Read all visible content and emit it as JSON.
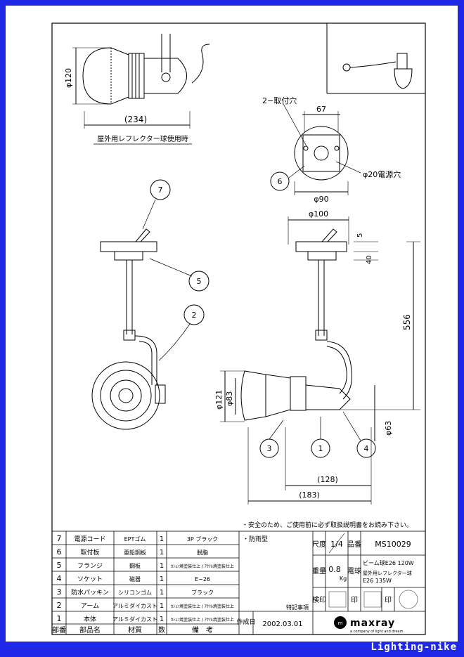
{
  "top_view": {
    "dia_label": "φ120",
    "length_label": "(234)",
    "caption": "屋外用レフレクター球使用時"
  },
  "base_view": {
    "holes_label": "2−取付穴",
    "width_label": "67",
    "dia_label": "φ90",
    "cable_hole_label": "φ20電源穴",
    "item_no": "6"
  },
  "side_view": {
    "top_dia_label": "φ100",
    "dim_5": "5",
    "dim_40": "40",
    "dim_556": "556",
    "dia_121": "φ121",
    "dia_83": "φ83",
    "dia_63": "φ63",
    "dim_128": "(128)",
    "dim_183": "(183)",
    "items": [
      "3",
      "1",
      "4"
    ]
  },
  "front_view": {
    "items": [
      "7",
      "5",
      "2"
    ]
  },
  "notice": "・安全のため、ご使用前に必ず取扱説明書をお読み下さい。",
  "parts": [
    {
      "no": "7",
      "name": "電源コード",
      "material": "EPTゴム",
      "qty": "1",
      "remark": "3P ブラック"
    },
    {
      "no": "6",
      "name": "取付板",
      "material": "亜鉛鋼板",
      "qty": "1",
      "remark": "脱脂"
    },
    {
      "no": "5",
      "name": "フランジ",
      "material": "鋼板",
      "qty": "1",
      "remark": "ｶｼｮﾝ焼塗装仕上 / ｱｸﾘﾙ焼塗装仕上"
    },
    {
      "no": "4",
      "name": "ソケット",
      "material": "磁器",
      "qty": "1",
      "remark": "E−26"
    },
    {
      "no": "3",
      "name": "防水パッキン",
      "material": "シリコンゴム",
      "qty": "1",
      "remark": "ブラック"
    },
    {
      "no": "2",
      "name": "アーム",
      "material": "アルミダイカスト",
      "qty": "1",
      "remark": "ｶｼｮﾝ焼塗装仕上 / ｱｸﾘﾙ焼塗装仕上"
    },
    {
      "no": "1",
      "name": "本体",
      "material": "アルミダイカスト",
      "qty": "1",
      "remark": "ｶｼｮﾝ焼塗装仕上 / ｱｸﾘﾙ焼塗装仕上"
    }
  ],
  "parts_header": {
    "no": "部番",
    "name": "部品名",
    "material": "材質",
    "qty": "数",
    "remark": "備　考"
  },
  "spec": {
    "rain_proof": "・防雨型",
    "special_notes": "特記事項",
    "made_label": "作成日",
    "date": "2002.03.01",
    "scale_label": "尺度",
    "scale": "1/4",
    "product_no_label": "品番",
    "product_no": "MS10029",
    "weight_label": "重量",
    "weight": "0.8",
    "weight_unit": "Kg",
    "lamp_label": "電球",
    "lamp_1": "ビーム球E26 120W",
    "lamp_2": "屋外用レフレクター球",
    "lamp_3": "E26 135W",
    "check_label": "検印",
    "seal_label": "印",
    "seal_label_2": "印",
    "brand": "maxray",
    "brand_tagline": "a company of light and dream"
  },
  "footer_brand": "Lighting-nike"
}
